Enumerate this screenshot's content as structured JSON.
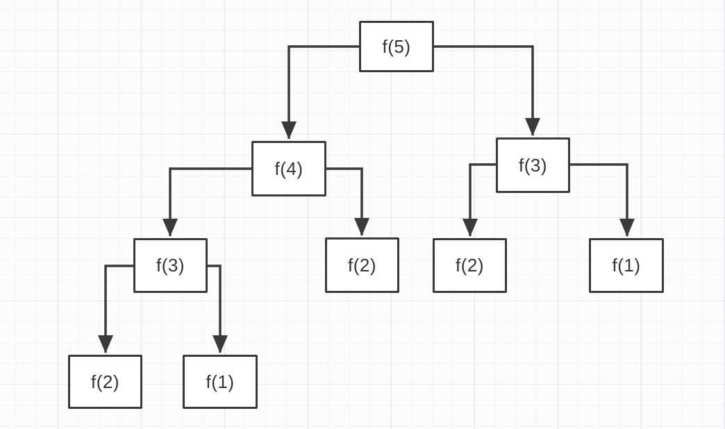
{
  "diagram": {
    "nodes": [
      {
        "id": "f5",
        "label": "f(5)"
      },
      {
        "id": "f4",
        "label": "f(4)"
      },
      {
        "id": "f3-right",
        "label": "f(3)"
      },
      {
        "id": "f3-left",
        "label": "f(3)"
      },
      {
        "id": "f2-middle",
        "label": "f(2)"
      },
      {
        "id": "f2-right",
        "label": "f(2)"
      },
      {
        "id": "f1-right",
        "label": "f(1)"
      },
      {
        "id": "f2-bottom-left",
        "label": "f(2)"
      },
      {
        "id": "f1-bottom-left",
        "label": "f(1)"
      }
    ],
    "edges": [
      {
        "from": "f5",
        "to": "f4"
      },
      {
        "from": "f5",
        "to": "f3-right"
      },
      {
        "from": "f4",
        "to": "f3-left"
      },
      {
        "from": "f4",
        "to": "f2-middle"
      },
      {
        "from": "f3-left",
        "to": "f2-bottom-left"
      },
      {
        "from": "f3-left",
        "to": "f1-bottom-left"
      },
      {
        "from": "f3-right",
        "to": "f2-right"
      },
      {
        "from": "f3-right",
        "to": "f1-right"
      }
    ]
  },
  "colors": {
    "stroke": "#3a3a3a",
    "node_fill": "#ffffff",
    "node_text": "#333333",
    "grid_minor": "#f2f2f4",
    "grid_major": "#e8e8ec",
    "canvas_background": "#fcfcfc"
  }
}
